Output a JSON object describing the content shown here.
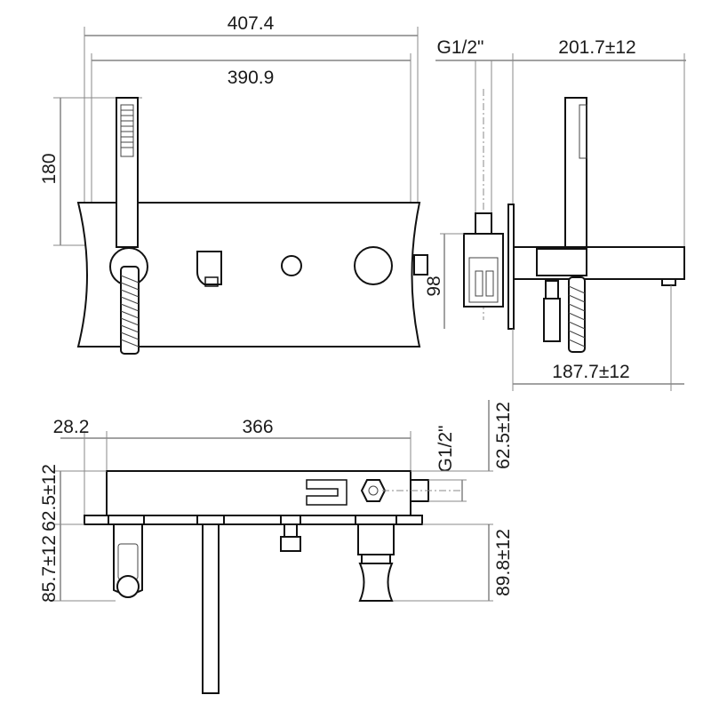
{
  "front_view": {
    "dim_overall_width": "407.4",
    "dim_plate_width": "390.9",
    "dim_hand_shower_height": "180"
  },
  "side_view": {
    "dim_thread": "G1/2\"",
    "dim_depth_top": "201.7±12",
    "dim_height": "98",
    "dim_depth_bottom": "187.7±12"
  },
  "bottom_view": {
    "dim_left_offset": "28.2",
    "dim_width": "366",
    "dim_thread": "G1/2\"",
    "dim_right_top": "62.5±12",
    "dim_left_upper": "62.5±12",
    "dim_left_lower": "85.7±12",
    "dim_right_lower": "89.8±12"
  }
}
